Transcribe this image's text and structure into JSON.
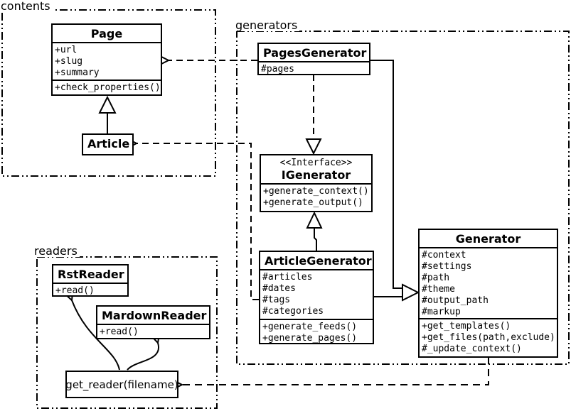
{
  "diagram": {
    "type": "uml-class-diagram",
    "colors": {
      "line": "#000000",
      "background": "#ffffff",
      "box_fill": "#ffffff"
    }
  },
  "packages": {
    "contents": {
      "label": "contents"
    },
    "generators": {
      "label": "generators"
    },
    "readers": {
      "label": "readers"
    }
  },
  "classes": {
    "page": {
      "title": "Page",
      "attrs": [
        "+url",
        "+slug",
        "+summary"
      ],
      "methods": [
        "+check_properties()"
      ]
    },
    "article": {
      "title": "Article"
    },
    "pages_generator": {
      "title": "PagesGenerator",
      "attrs": [
        "#pages"
      ]
    },
    "igenerator": {
      "stereotype": "<<Interface>>",
      "title": "IGenerator",
      "methods": [
        "+generate_context()",
        "+generate_output()"
      ]
    },
    "article_generator": {
      "title": "ArticleGenerator",
      "attrs": [
        "#articles",
        "#dates",
        "#tags",
        "#categories"
      ],
      "methods": [
        "+generate_feeds()",
        "+generate_pages()"
      ]
    },
    "generator": {
      "title": "Generator",
      "attrs": [
        "#context",
        "#settings",
        "#path",
        "#theme",
        "#output_path",
        "#markup"
      ],
      "methods": [
        "+get_templates()",
        "+get_files(path,exclude)",
        "#_update_context()"
      ]
    },
    "rst_reader": {
      "title": "RstReader",
      "methods": [
        "+read()"
      ]
    },
    "mardown_reader": {
      "title": "MardownReader",
      "methods": [
        "+read()"
      ]
    }
  },
  "nodes": {
    "get_reader": {
      "label": "get_reader(filename)"
    }
  },
  "relations": [
    {
      "from": "Article",
      "to": "Page",
      "type": "inheritance"
    },
    {
      "from": "PagesGenerator",
      "to": "Page",
      "type": "dependency"
    },
    {
      "from": "ArticleGenerator",
      "to": "Article",
      "type": "dependency"
    },
    {
      "from": "PagesGenerator",
      "to": "IGenerator",
      "type": "realization"
    },
    {
      "from": "ArticleGenerator",
      "to": "IGenerator",
      "type": "realization"
    },
    {
      "from": "PagesGenerator",
      "to": "Generator",
      "type": "inheritance"
    },
    {
      "from": "ArticleGenerator",
      "to": "Generator",
      "type": "inheritance"
    },
    {
      "from": "Generator",
      "to": "get_reader(filename)",
      "type": "dependency"
    },
    {
      "from": "get_reader(filename)",
      "to": "RstReader",
      "type": "flow"
    },
    {
      "from": "get_reader(filename)",
      "to": "MardownReader",
      "type": "flow"
    }
  ]
}
